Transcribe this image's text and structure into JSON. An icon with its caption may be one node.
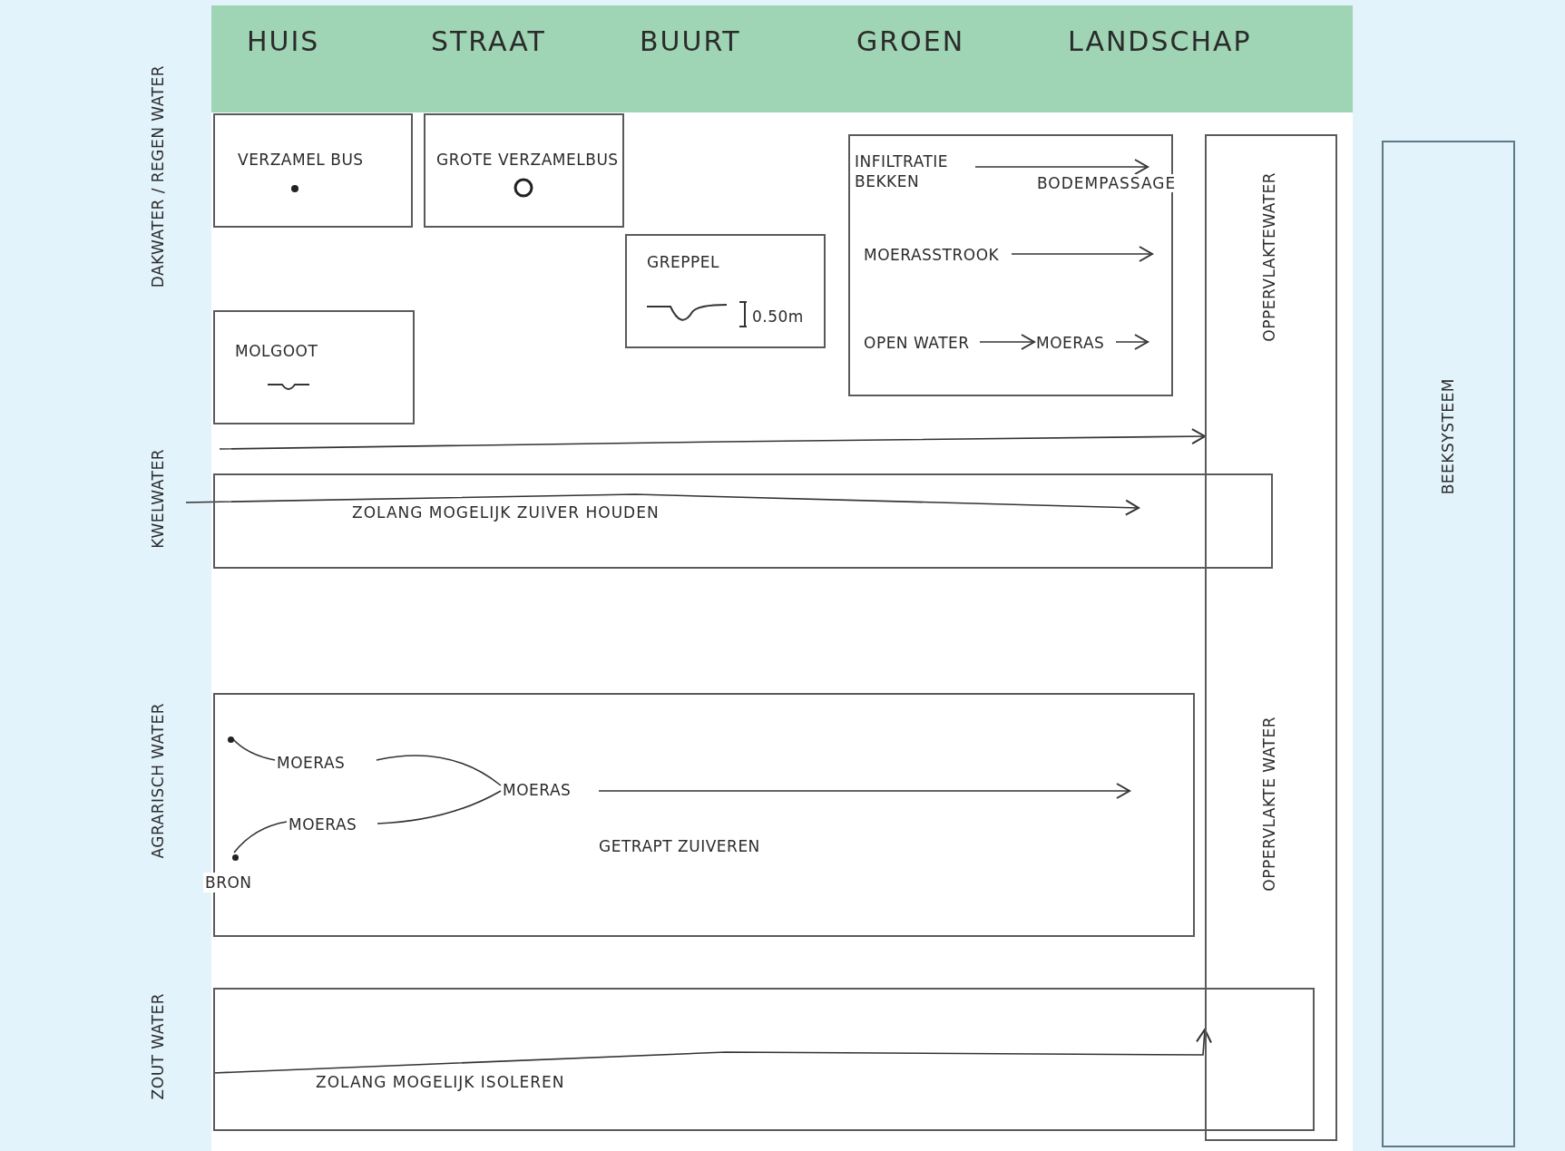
{
  "diagram": {
    "nodes": [
      {
        "text": [
          "VERZAMEL BUS"
        ]
      },
      {
        "text": [
          "GROTE VERZAMELBUS"
        ]
      },
      {
        "text": [
          "MOLGOOT"
        ]
      },
      {
        "text": [
          "GREPPEL",
          "0.50m"
        ]
      },
      {
        "text": [],
        "shape": "box"
      },
      {
        "text": [
          "INFILTRATIE BEKKEN"
        ],
        "in": 4
      },
      {
        "text": [
          "MOERASSTROOK"
        ],
        "in": 4
      },
      {
        "text": [
          "OPEN WATER"
        ],
        "in": 4
      },
      {
        "text": [
          "MOERAS"
        ],
        "in": 4
      },
      {
        "text": [
          "OPPERVLAKTEWATER",
          "OPPERVLAKTE WATER"
        ]
      },
      {
        "text": [
          "BEEKSYSTEEM"
        ]
      },
      {
        "text": [],
        "shape": "box"
      },
      {
        "text": [],
        "shape": "box"
      },
      {
        "text": [],
        "shape": "circle",
        "in": 12
      },
      {
        "text": [],
        "shape": "circle",
        "in": 12,
        "beside": [
          "BRON"
        ]
      },
      {
        "text": [
          "MOERAS"
        ],
        "in": 12
      },
      {
        "text": [
          "MOERAS"
        ],
        "in": 12
      },
      {
        "text": [
          "MOERAS"
        ],
        "in": 12
      },
      {
        "text": [],
        "shape": "box"
      }
    ],
    "edges": [
      {
        "from": 5,
        "to": null,
        "arrow": "to",
        "label": "BODEMPASSAGE"
      },
      {
        "from": 6,
        "to": null,
        "arrow": "to"
      },
      {
        "from": 7,
        "to": 8,
        "arrow": "to"
      },
      {
        "from": 8,
        "to": null,
        "arrow": "to"
      },
      {
        "from": null,
        "to": 9,
        "arrow": "to"
      },
      {
        "from": null,
        "to": 11,
        "arrow": "to",
        "label": "ZOLANG MOGELIJK ZUIVER HOUDEN"
      },
      {
        "from": 13,
        "to": 15,
        "arrow": "none"
      },
      {
        "from": 14,
        "to": 16,
        "arrow": "none"
      },
      {
        "from": 15,
        "to": 17,
        "arrow": "none"
      },
      {
        "from": 16,
        "to": 17,
        "arrow": "none"
      },
      {
        "from": 17,
        "to": null,
        "arrow": "to"
      },
      {
        "from": 18,
        "to": 9,
        "arrow": "to",
        "label": "ZOLANG MOGELIJK ISOLEREN"
      }
    ],
    "labels": [
      "HUIS",
      "STRAAT",
      "BUURT",
      "GROEN",
      "LANDSCHAP",
      "DAKWATER / REGEN WATER",
      "KWELWATER",
      "AGRARISCH WATER",
      "ZOUT WATER",
      "GETRAPT ZUIVEREN"
    ]
  }
}
